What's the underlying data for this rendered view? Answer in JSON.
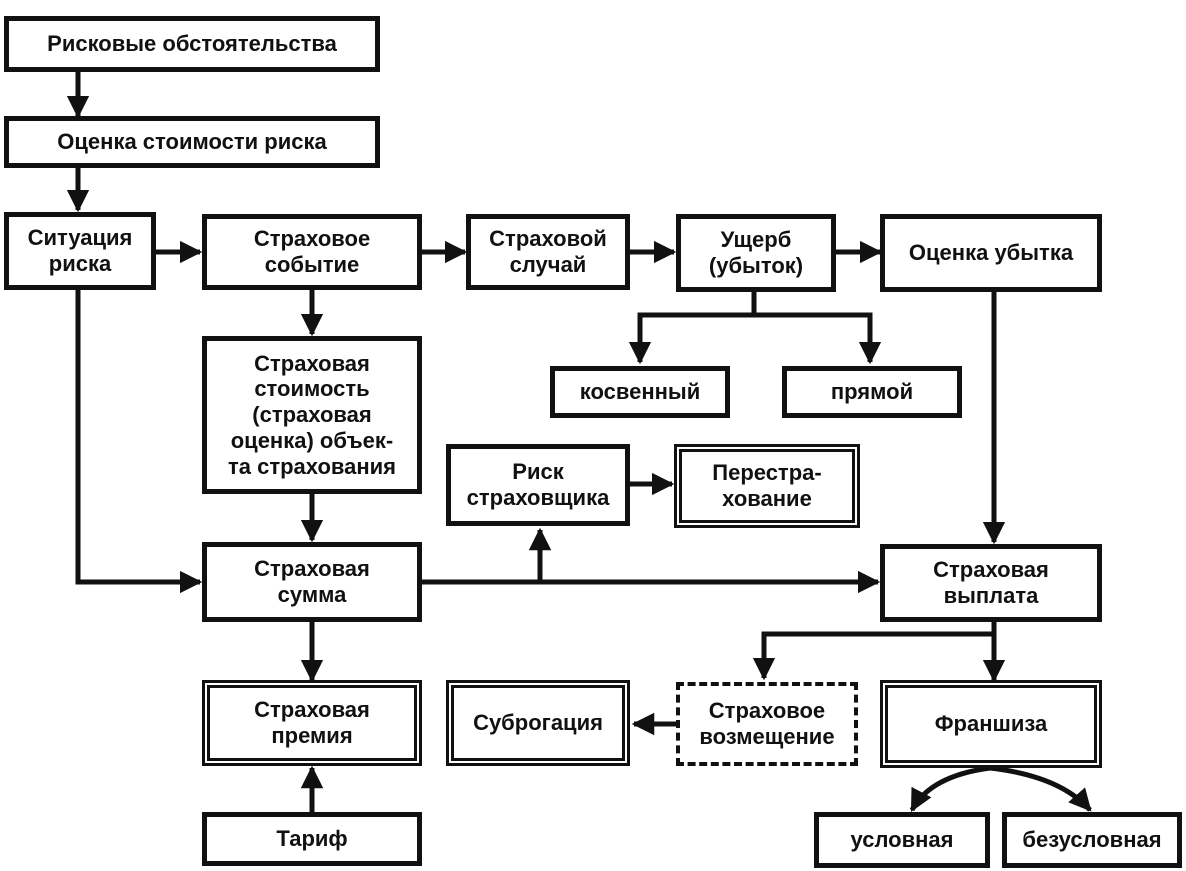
{
  "diagram": {
    "nodes": {
      "risk_circumstances": "Рисковые обстоятельства",
      "risk_cost_assessment": "Оценка стоимости риска",
      "risk_situation": "Ситуация\nриска",
      "insurance_event": "Страховое\nсобытие",
      "insured_event": "Страховой\nслучай",
      "damage": "Ущерб\n(убыток)",
      "loss_assessment": "Оценка убытка",
      "indirect": "косвенный",
      "direct": "прямой",
      "insured_value": "Страховая\nстоимость\n(страховая\nоценка) объек-\nта страхования",
      "insurer_risk": "Риск\nстраховщика",
      "reinsurance": "Перестра-\nхование",
      "sum_insured": "Страховая\nсумма",
      "insurance_payment": "Страховая\nвыплата",
      "insurance_premium": "Страховая\nпремия",
      "subrogation": "Суброгация",
      "insurance_compensation": "Страховое\nвозмещение",
      "franchise": "Франшиза",
      "tariff": "Тариф",
      "conditional": "условная",
      "unconditional": "безусловная"
    }
  }
}
